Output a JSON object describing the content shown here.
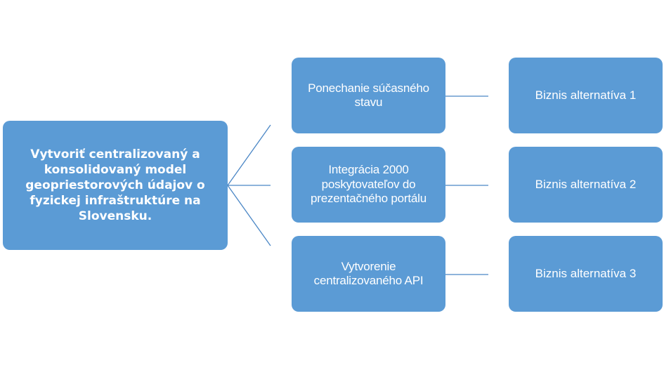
{
  "goal": {
    "text": "Vytvoriť centralizovaný a konsolidovaný model geopriestorových údajov o fyzickej infraštruktúre na Slovensku."
  },
  "options": [
    {
      "label": "Ponechanie súčasného stavu"
    },
    {
      "label": "Integrácia 2000 poskytovateľov do prezentačného portálu"
    },
    {
      "label": "Vytvorenie centralizovaného API"
    }
  ],
  "alternatives": [
    {
      "label": "Biznis alternatíva 1"
    },
    {
      "label": "Biznis alternatíva 2"
    },
    {
      "label": "Biznis alternatíva 3"
    }
  ],
  "colors": {
    "box_fill": "#5b9bd5",
    "connector": "#4a86c5",
    "text": "#ffffff"
  }
}
